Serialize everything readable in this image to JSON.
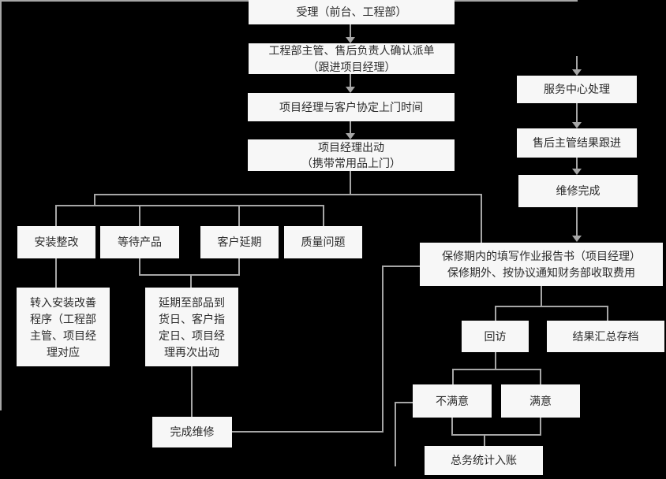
{
  "diagram": {
    "colors": {
      "background": "#000000",
      "node_fill": "#f7f7f7",
      "line": "#a6a6a6",
      "text": "#2b2b2b"
    },
    "nodes": {
      "intake": "受理（前台、工程部）",
      "dispatch_confirm": "工程部主管、售后负责人确认派单\n（跟进项目经理）",
      "schedule_visit": "项目经理与客户协定上门时间",
      "pm_dispatch": "项目经理出动\n（携带常用品上门）",
      "service_center": "服务中心处理",
      "aftersales_followup": "售后主管结果跟进",
      "repair_complete": "维修完成",
      "install_rework": "安装整改",
      "await_product": "等待产品",
      "customer_delay": "客户延期",
      "quality_issue": "质量问题",
      "install_improvement": "转入安装改善程序（工程部主管、项目经理对应",
      "postpone_redispatch": "延期至部品到货日、客户指定日、项目经理再次出动",
      "work_report": "保修期内的填写作业报告书（项目经理）\n保修期外、按协议通知财务部收取费用",
      "return_visit": "回访",
      "archive": "结果汇总存档",
      "unsatisfied": "不满意",
      "satisfied": "满意",
      "finish_repair": "完成维修",
      "accounting": "总务统计入账"
    }
  }
}
